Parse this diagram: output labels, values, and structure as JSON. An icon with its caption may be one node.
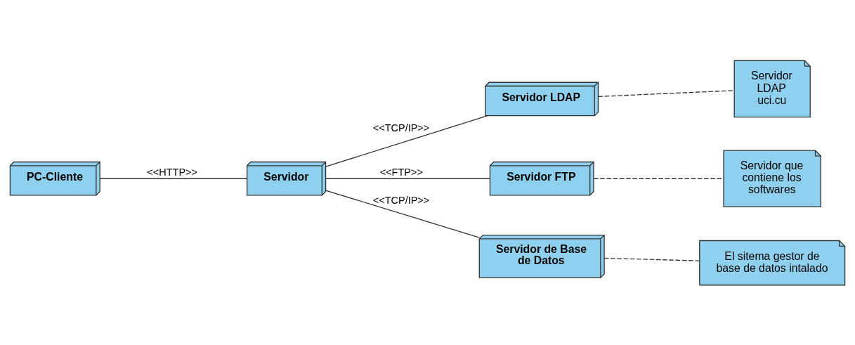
{
  "diagram": {
    "nodes": [
      {
        "text": [
          "PC-Cliente"
        ]
      },
      {
        "text": [
          "Servidor"
        ]
      },
      {
        "text": [
          "Servidor LDAP"
        ]
      },
      {
        "text": [
          "Servidor FTP"
        ]
      },
      {
        "text": [
          "Servidor de Base de Datos"
        ]
      },
      {
        "text": [
          "Servidor LDAP uci.cu"
        ]
      },
      {
        "text": [
          "Servidor que contiene los softwares"
        ]
      },
      {
        "text": [
          "El sitema gestor de base de datos intalado"
        ]
      }
    ],
    "edges": [
      {
        "from": 0,
        "to": 1,
        "arrow": "none",
        "label": "<<HTTP>>"
      },
      {
        "from": 1,
        "to": 2,
        "arrow": "none",
        "label": "<<TCP/IP>>"
      },
      {
        "from": 1,
        "to": 3,
        "arrow": "none",
        "label": "<<FTP>>"
      },
      {
        "from": 1,
        "to": 4,
        "arrow": "none",
        "label": "<<TCP/IP>>"
      },
      {
        "from": 2,
        "to": 5,
        "arrow": "none",
        "style": "dashed"
      },
      {
        "from": 3,
        "to": 6,
        "arrow": "none",
        "style": "dashed"
      },
      {
        "from": 4,
        "to": 7,
        "arrow": "none",
        "style": "dashed"
      }
    ]
  }
}
